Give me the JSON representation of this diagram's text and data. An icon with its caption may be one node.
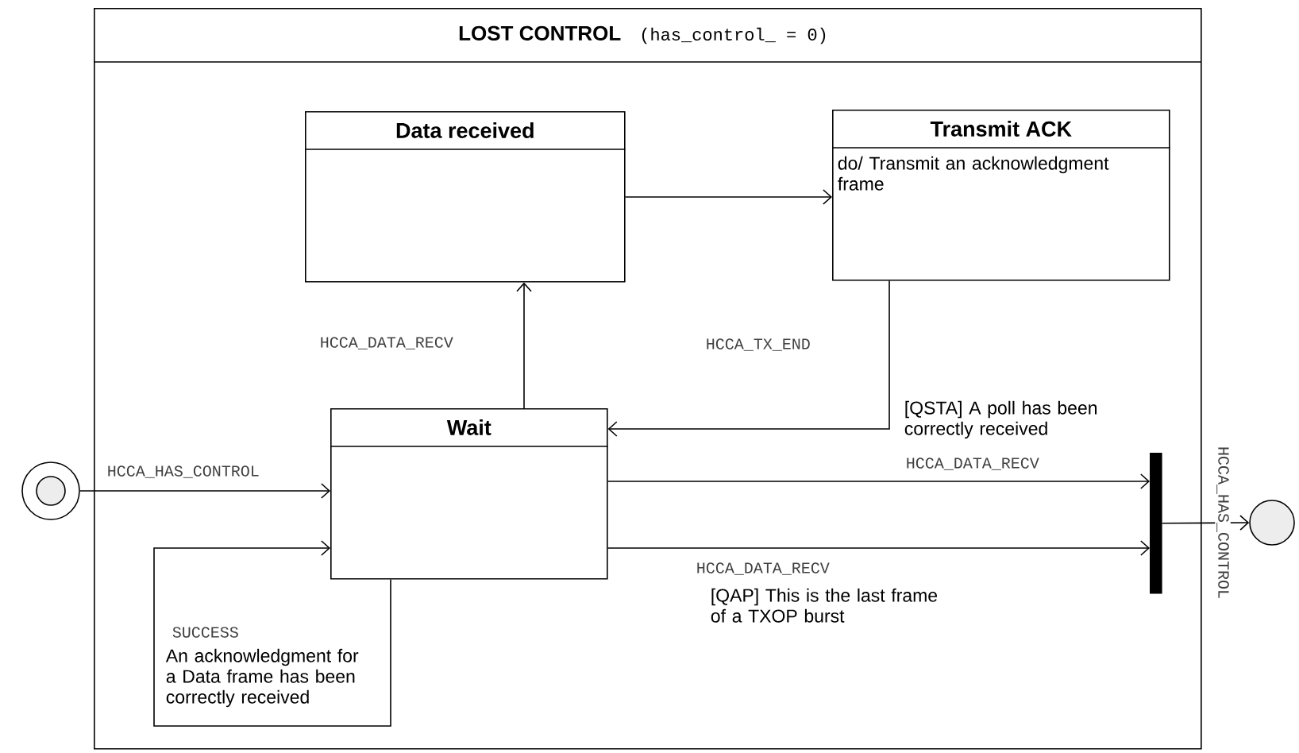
{
  "diagram": {
    "nodes": [
      {
        "text": [
          "LOST CONTROL",
          "(has_control_ = 0)"
        ]
      },
      {
        "text": [],
        "shape": "circle"
      },
      {
        "text": [
          "Data received"
        ],
        "in": 0
      },
      {
        "text": [
          "Transmit ACK",
          "do/ Transmit an acknowledgment frame"
        ],
        "in": 0
      },
      {
        "text": [
          "Wait"
        ],
        "in": 0
      },
      {
        "text": [],
        "shape": "bar",
        "in": 0
      },
      {
        "text": [],
        "shape": "circle"
      }
    ],
    "edges": [
      {
        "from": 1,
        "to": 4,
        "arrow": "to",
        "label": "HCCA_HAS_CONTROL"
      },
      {
        "from": 4,
        "to": 2,
        "arrow": "to",
        "label": "HCCA_DATA_RECV"
      },
      {
        "from": 2,
        "to": 3,
        "arrow": "to"
      },
      {
        "from": 3,
        "to": 4,
        "arrow": "to",
        "label": "HCCA_TX_END"
      },
      {
        "from": 4,
        "to": 5,
        "arrow": "to",
        "label": "HCCA_DATA_RECV"
      },
      {
        "from": 4,
        "to": 5,
        "arrow": "to",
        "label": "HCCA_DATA_RECV"
      },
      {
        "from": 4,
        "to": 4,
        "arrow": "to",
        "label": "SUCCESS"
      },
      {
        "from": 5,
        "to": 6,
        "arrow": "to",
        "label": "HCCA_HAS_CONTROL"
      }
    ],
    "labels": [
      "[QSTA] A poll has been correctly received",
      "[QAP] This is the last frame of a TXOP burst",
      "An acknowledgment for a Data frame has been correctly received"
    ]
  }
}
